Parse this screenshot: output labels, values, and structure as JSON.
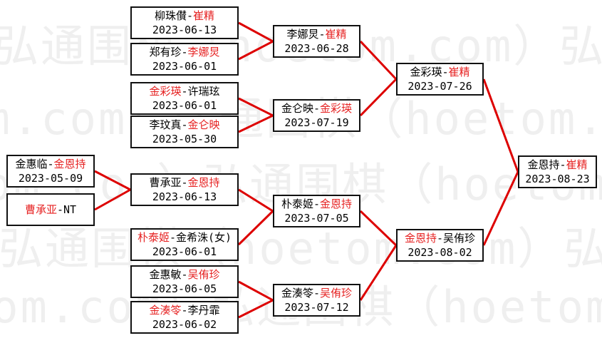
{
  "colors": {
    "line_red": "#dd0000",
    "winner_red": "#e62222",
    "box_border": "#111111",
    "text_black": "#000000",
    "watermark_gray": "#efefef",
    "background": "#ffffff"
  },
  "watermark": {
    "text": "弘通围棋（hoetom.com）"
  },
  "ui": {
    "separator": "-"
  },
  "matches": {
    "c1_1": {
      "left": "金惠临",
      "right": "金恩持",
      "red": "right",
      "date": "2023-05-09"
    },
    "c1_2": {
      "left": "曹承亚",
      "right": "NT",
      "red": "left",
      "date": ""
    },
    "c2_1": {
      "left": "柳珠儧",
      "right": "崔精",
      "red": "right",
      "date": "2023-06-13"
    },
    "c2_2": {
      "left": "郑有珍",
      "right": "李娜炅",
      "red": "right",
      "date": "2023-06-01"
    },
    "c2_3": {
      "left": "金彩瑛",
      "right": "许瑞玹",
      "red": "left",
      "date": "2023-06-01"
    },
    "c2_4": {
      "left": "李玟真",
      "right": "金仑映",
      "red": "right",
      "date": "2023-05-30"
    },
    "c2_5": {
      "left": "曹承亚",
      "right": "金恩持",
      "red": "right",
      "date": "2023-06-13"
    },
    "c2_6": {
      "left": "朴泰姬",
      "right": "金希洙(女)",
      "red": "left",
      "date": "2023-06-01"
    },
    "c2_7": {
      "left": "金惠敏",
      "right": "吴侑珍",
      "red": "right",
      "date": "2023-06-05"
    },
    "c2_8": {
      "left": "金湊笭",
      "right": "李丹霏",
      "red": "left",
      "date": "2023-06-02"
    },
    "c3_1": {
      "left": "李娜炅",
      "right": "崔精",
      "red": "right",
      "date": "2023-06-28"
    },
    "c3_2": {
      "left": "金仑映",
      "right": "金彩瑛",
      "red": "right",
      "date": "2023-07-19"
    },
    "c3_3": {
      "left": "朴泰姬",
      "right": "金恩持",
      "red": "right",
      "date": "2023-07-05"
    },
    "c3_4": {
      "left": "金湊笭",
      "right": "吴侑珍",
      "red": "right",
      "date": "2023-07-12"
    },
    "c4_1": {
      "left": "金彩瑛",
      "right": "崔精",
      "red": "right",
      "date": "2023-07-26"
    },
    "c4_2": {
      "left": "金恩持",
      "right": "吴侑珍",
      "red": "left",
      "date": "2023-08-02"
    },
    "c5_1": {
      "left": "金恩持",
      "right": "崔精",
      "red": "right",
      "date": "2023-08-23"
    }
  }
}
